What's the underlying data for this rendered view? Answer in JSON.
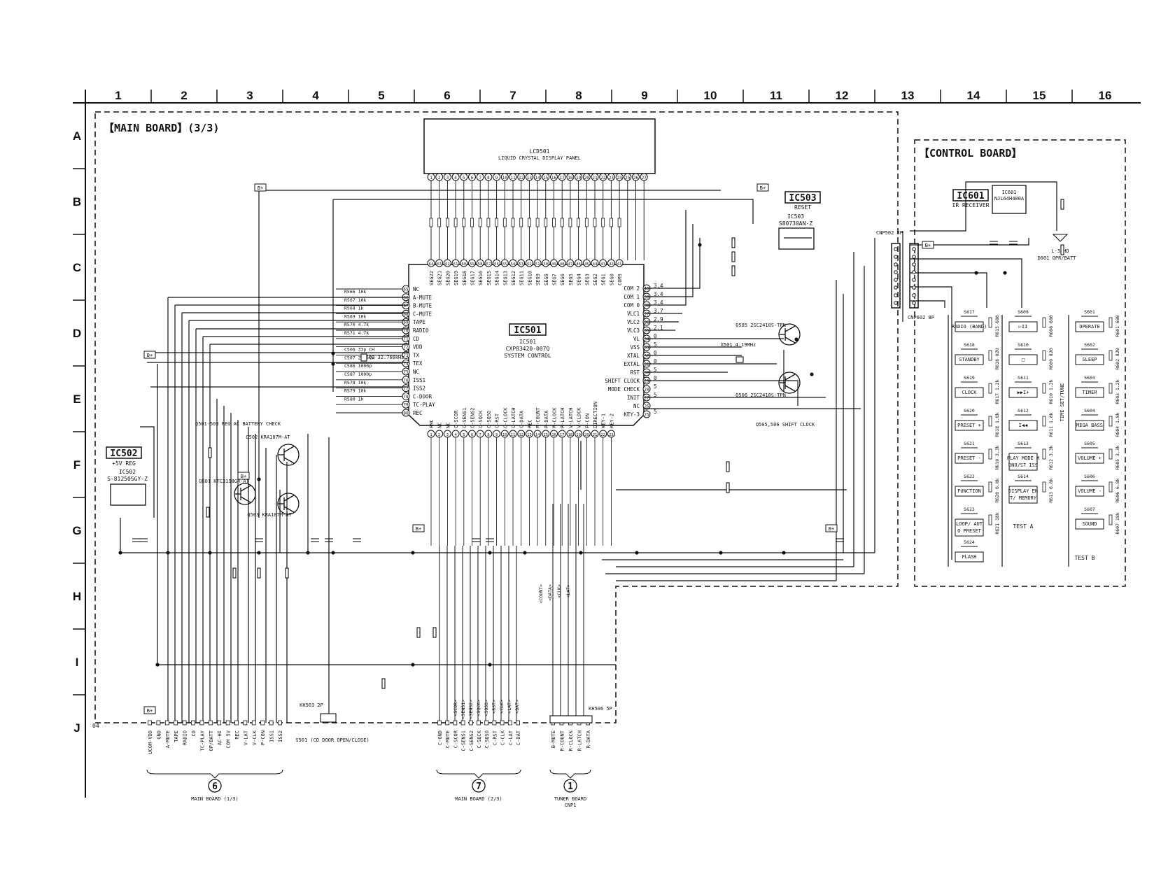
{
  "grid": {
    "columns": [
      "1",
      "2",
      "3",
      "4",
      "5",
      "6",
      "7",
      "8",
      "9",
      "10",
      "11",
      "12",
      "13",
      "14",
      "15",
      "16"
    ],
    "rows": [
      "A",
      "B",
      "C",
      "D",
      "E",
      "F",
      "G",
      "H",
      "I",
      "J"
    ]
  },
  "boards": {
    "main": "【MAIN BOARD】(3/3)",
    "control": "【CONTROL BOARD】"
  },
  "lcd": {
    "ref": "LCD501",
    "desc": "LIQUID CRYSTAL DISPLAY PANEL"
  },
  "ic501": {
    "title": "IC501",
    "ref": "IC501",
    "part": "CXP83420-007Q",
    "desc": "SYSTEM CONTROL"
  },
  "ic502": {
    "title": "IC502",
    "desc": "+5V REG",
    "ref": "IC502",
    "part": "S-81250SGY-Z"
  },
  "ic503": {
    "title": "IC503",
    "desc": "RESET",
    "ref": "IC503",
    "part": "S80730AN-Z"
  },
  "ic601": {
    "title": "IC601",
    "desc": "IR RECEIVER",
    "ref": "IC601",
    "part": "NJL64H400A"
  },
  "left_pins": [
    {
      "n": "65",
      "label": "NC"
    },
    {
      "n": "66",
      "label": "A-MUTE"
    },
    {
      "n": "67",
      "label": "B-MUTE"
    },
    {
      "n": "68",
      "label": "C-MUTE"
    },
    {
      "n": "69",
      "label": "TAPE"
    },
    {
      "n": "70",
      "label": "RADIO"
    },
    {
      "n": "71",
      "label": "CD"
    },
    {
      "n": "72",
      "label": "VDD"
    },
    {
      "n": "73",
      "label": "TX"
    },
    {
      "n": "74",
      "label": "TEX"
    },
    {
      "n": "75",
      "label": "NC"
    },
    {
      "n": "76",
      "label": "ISS1"
    },
    {
      "n": "77",
      "label": "ISS2"
    },
    {
      "n": "78",
      "label": "C-DOOR"
    },
    {
      "n": "79",
      "label": "TC-PLAY"
    },
    {
      "n": "80",
      "label": "REC"
    }
  ],
  "left_res": [
    "R566 10k",
    "R567 10k",
    "R568 1k",
    "R569 10k",
    "R570 4.7k",
    "R571 4.7k",
    "",
    "C506 33p CH",
    "C507 27p CH",
    "C586 1000p",
    "C587 1000p",
    "R578 10k",
    "R579 10k",
    "R580 1k"
  ],
  "right_pins": [
    {
      "n": "40",
      "label": "COM 2",
      "v": "3.4"
    },
    {
      "n": "39",
      "label": "COM 1",
      "v": "3.4"
    },
    {
      "n": "38",
      "label": "COM 0",
      "v": "3.4"
    },
    {
      "n": "37",
      "label": "VLC1",
      "v": "3.7"
    },
    {
      "n": "36",
      "label": "VLC2",
      "v": "2.9"
    },
    {
      "n": "35",
      "label": "VLC3",
      "v": "2.1"
    },
    {
      "n": "34",
      "label": "VL",
      "v": "0"
    },
    {
      "n": "33",
      "label": "VSS",
      "v": "5"
    },
    {
      "n": "32",
      "label": "XTAL",
      "v": "0"
    },
    {
      "n": "31",
      "label": "EXTAL",
      "v": "0"
    },
    {
      "n": "30",
      "label": "RST",
      "v": "5"
    },
    {
      "n": "29",
      "label": "SHIFT CLOCK",
      "v": "0"
    },
    {
      "n": "28",
      "label": "MODE CHECK",
      "v": "5"
    },
    {
      "n": "27",
      "label": "INIT",
      "v": "5"
    },
    {
      "n": "26",
      "label": "NC",
      "v": ""
    },
    {
      "n": "25",
      "label": "KEY-3",
      "v": "5"
    }
  ],
  "top_pins": [
    "SEG22",
    "SEG21",
    "SEG20",
    "SEG19",
    "SEG18",
    "SEG17",
    "SEG16",
    "SEG15",
    "SEG14",
    "SEG13",
    "SEG12",
    "SEG11",
    "SEG10",
    "SEG9",
    "SEG8",
    "SEG7",
    "SEG6",
    "SEG5",
    "SEG4",
    "SEG3",
    "SEG2",
    "SEG1",
    "SEG0",
    "COM3"
  ],
  "bottom_pins": [
    "RMC",
    "NC",
    "NC",
    "C-SCOR",
    "C-SENS1",
    "C-SENS2",
    "C-SQCK",
    "C-SQSO",
    "C-RST",
    "C-CLOCK",
    "C-LATCH",
    "C-DATA",
    "REC",
    "R-COUNT",
    "R-DATA",
    "R-CLOCK",
    "R-LATCH",
    "V-LATCH",
    "V-CLOCK",
    "P-CON",
    "DIRECTION",
    "KEY-1",
    "KEY-2"
  ],
  "parts": {
    "q501": "Q501 KTC3198GR-AT",
    "q502": "Q502 KRA107M-AT",
    "q503": "Q503 KRA107M-AT",
    "q501_503": "Q501-503 REG AC BATTERY CHECK",
    "q505": "Q505 2SC2410S-TPN",
    "q506": "Q506 2SC2410S-TPN",
    "q505_506": "Q505,506 SHIFT CLOCK",
    "x501": "X501 4.19MHz",
    "x502": "X502 32.768kHz",
    "cnp502": "CNP502 8P",
    "cnp602": "CNP602 8P",
    "kh503": "KH503 2P",
    "kh506": "KH506 5P",
    "s501": "S501 (CD DOOR OPEN/CLOSE)",
    "d601": "D601 OPR/BATT",
    "l601": "L-34HD",
    "bplus": "B+",
    "test_a": "TEST A",
    "test_b": "TEST B",
    "ref_code": "04"
  },
  "control_keys": [
    {
      "ref": "S617",
      "label": "RADIO (BAND)",
      "r": "R615 680"
    },
    {
      "ref": "S618",
      "label": "STANDBY",
      "r": "R616 820"
    },
    {
      "ref": "S619",
      "label": "CLOCK",
      "r": "R617 1.2k"
    },
    {
      "ref": "S620",
      "label": "PRESET +",
      "r": "R618 1.8k"
    },
    {
      "ref": "S621",
      "label": "PRESET -",
      "r": "R619 3.3k"
    },
    {
      "ref": "S622",
      "label": "FUNCTION",
      "r": "R620 6.8k"
    },
    {
      "ref": "S623",
      "label": "LOOP/ AUTO PRESET",
      "r": "R621 18k"
    },
    {
      "ref": "S624",
      "label": "FLASH",
      "r": ""
    },
    {
      "ref": "S609",
      "label": "▷II",
      "r": "R608 680"
    },
    {
      "ref": "S610",
      "label": "□",
      "r": "R609 820"
    },
    {
      "ref": "S611",
      "label": "▶▶I+",
      "r": "R610 1.2k"
    },
    {
      "ref": "S612",
      "label": "I◀◀",
      "r": "R611 1.8k"
    },
    {
      "ref": "S613",
      "label": "PLAY MODE MONO/ST ISS",
      "r": "R612 3.3k"
    },
    {
      "ref": "S614",
      "label": "DISPLAY ENT/ MEMORY",
      "r": "R613 6.8k"
    },
    {
      "ref": "S601",
      "label": "OPERATE",
      "r": "R601 680"
    },
    {
      "ref": "S602",
      "label": "SLEEP",
      "r": "R602 820"
    },
    {
      "ref": "S603",
      "label": "TIMER",
      "r": "R603 1.2k"
    },
    {
      "ref": "S604",
      "label": "MEGA BASS",
      "r": "R604 1.8k"
    },
    {
      "ref": "S605",
      "label": "VOLUME +",
      "r": "R605 3.3k"
    },
    {
      "ref": "S606",
      "label": "VOLUME -",
      "r": "R606 6.8k"
    },
    {
      "ref": "S607",
      "label": "SOUND",
      "r": "R607 18k"
    }
  ],
  "time_set": "TIME SET/TUNE",
  "connectors": [
    {
      "num": "6",
      "title": "MAIN BOARD (1/3)",
      "pins": [
        "UCOM-VDD",
        "GND",
        "A-MUTE",
        "TAPE",
        "RADIO",
        "CD",
        "TC-PLAY",
        "OP/BATT",
        "AC-HI",
        "COM 5V",
        "REC",
        "V-LAT",
        "V-CLK",
        "P-CON",
        "ISS1",
        "ISS2"
      ]
    },
    {
      "num": "7",
      "title": "MAIN BOARD (2/3)",
      "pins": [
        "C-GND",
        "C-MUTE",
        "C-SCOR",
        "C-SENS1",
        "C-SENS2",
        "C-SQCK",
        "C-SQSO",
        "C-RST",
        "C-CLK",
        "C-LAT",
        "C-DAT"
      ]
    },
    {
      "num": "1",
      "title": "TUNER BOARD CNP1",
      "pins": [
        "B-MUTE",
        "R-COUNT",
        "R-CLOCK",
        "R-LATCH",
        "R-DATA"
      ]
    }
  ],
  "bus_labels_7": [
    "<SCOR>",
    "<SENS1>",
    "<SENS2>",
    "<SQCK>",
    "<SQSO>",
    "<RST>",
    "<CLK>",
    "<LAT>",
    "<DAT>"
  ],
  "bus_labels_1": [
    "<COUNT>",
    "<DATA>",
    "<CLK>",
    "<LAT>"
  ]
}
